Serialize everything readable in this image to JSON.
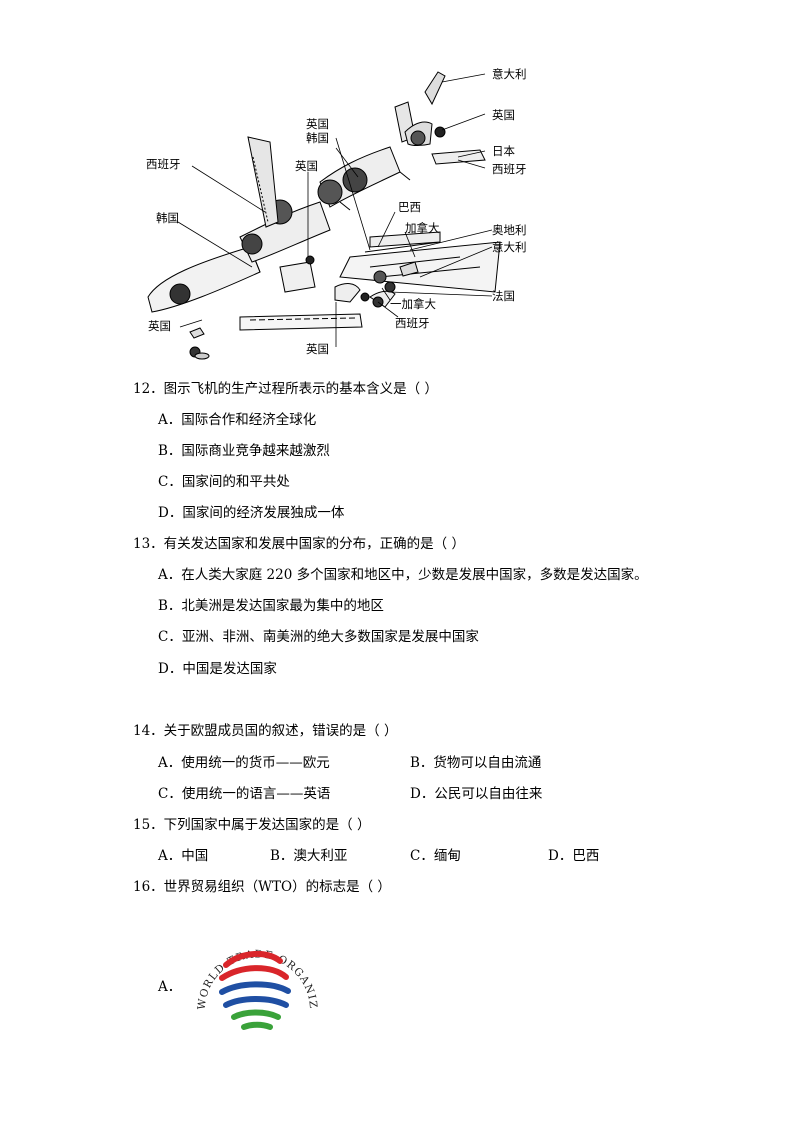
{
  "figure": {
    "labels": {
      "italy_top": "意大利",
      "uk_top": "英国",
      "japan": "日本",
      "spain_right": "西班牙",
      "uk_left_top": "英国",
      "korea_top": "韩国",
      "spain_left": "西班牙",
      "uk_mid": "英国",
      "brazil": "巴西",
      "canada_mid": "加拿大",
      "austria": "奥地利",
      "italy_right": "意大利",
      "korea_left": "韩国",
      "france": "法国",
      "canada_low": "一加拿大",
      "spain_low": "西班牙",
      "uk_left_low": "英国",
      "uk_bottom": "英国"
    }
  },
  "questions": [
    {
      "stem": "12．图示飞机的生产过程所表示的基本含义是（    ）",
      "options": [
        "A．国际合作和经济全球化",
        "B．国际商业竞争越来越激烈",
        "C．国家间的和平共处",
        "D．国家间的经济发展独成一体"
      ]
    },
    {
      "stem": "13．有关发达国家和发展中国家的分布，正确的是（    ）",
      "options": [
        "A．在人类大家庭 220 多个国家和地区中，少数是发展中国家，多数是发达国家。",
        "B．北美洲是发达国家最为集中的地区",
        "C．亚洲、非洲、南美洲的绝大多数国家是发展中国家",
        "D．中国是发达国家"
      ]
    },
    {
      "stem": "14．关于欧盟成员国的叙述，错误的是（    ）",
      "options": [
        "A．使用统一的货币——欧元",
        "B．货物可以自由流通",
        "C．使用统一的语言——英语",
        "D．公民可以自由往来"
      ]
    },
    {
      "stem": "15．下列国家中属于发达国家的是（    ）",
      "options": [
        "A．中国",
        "B．澳大利亚",
        "C．缅甸",
        "D．巴西"
      ]
    },
    {
      "stem": "16．世界贸易组织（WTO）的标志是（    ）",
      "options": [
        "A．"
      ]
    }
  ],
  "wto_logo": {
    "text": "WORLD TRADE ORGANIZATION",
    "colors": [
      "#d9252a",
      "#1f4fa3",
      "#3aa23a"
    ]
  }
}
